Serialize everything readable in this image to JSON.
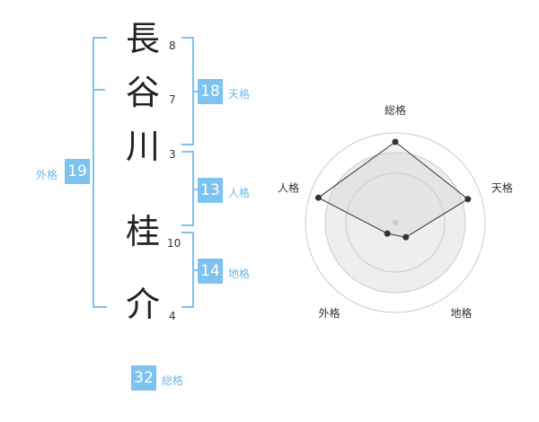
{
  "name": {
    "chars": [
      {
        "char": "長",
        "strokes": "8"
      },
      {
        "char": "谷",
        "strokes": "7"
      },
      {
        "char": "川",
        "strokes": "3"
      },
      {
        "char": "桂",
        "strokes": "10"
      },
      {
        "char": "介",
        "strokes": "4"
      }
    ]
  },
  "scores": {
    "tenkaku": {
      "value": "18",
      "label": "天格"
    },
    "jinkaku": {
      "value": "13",
      "label": "人格"
    },
    "chikaku": {
      "value": "14",
      "label": "地格"
    },
    "gaikaku": {
      "value": "19",
      "label": "外格"
    },
    "soukaku": {
      "value": "32",
      "label": "総格"
    }
  },
  "chart_data": {
    "type": "radar",
    "axes": [
      "総格",
      "天格",
      "地格",
      "外格",
      "人格"
    ],
    "values": [
      0.9,
      0.85,
      0.2,
      0.15,
      0.9
    ],
    "max": 1,
    "rings": 4,
    "colors": {
      "accent": "#7ec3ef",
      "fill": "#eeeeee",
      "line": "#333333",
      "grid": "#cccccc"
    }
  }
}
